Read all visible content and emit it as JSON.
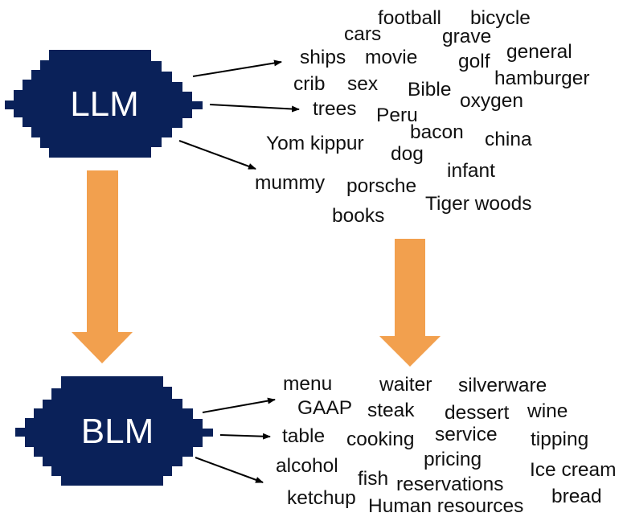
{
  "colors": {
    "model_fill": "#0a2159",
    "model_text": "#ffffff",
    "transition_arrow": "#f2a04e",
    "connector_arrow": "#000000",
    "word_text": "#111111"
  },
  "models": [
    {
      "id": "llm",
      "label": "LLM",
      "full_meaning": null
    },
    {
      "id": "blm",
      "label": "BLM",
      "full_meaning": null
    }
  ],
  "flows": [
    {
      "from": "llm",
      "to": "blm",
      "type": "transition-arrow"
    },
    {
      "from": "llm-word-cloud",
      "to": "blm-word-cloud",
      "type": "transition-arrow"
    }
  ],
  "llm_words": [
    "football",
    "bicycle",
    "cars",
    "grave",
    "ships",
    "movie",
    "golf",
    "general",
    "crib",
    "sex",
    "Bible",
    "hamburger",
    "oxygen",
    "trees",
    "Peru",
    "bacon",
    "china",
    "Yom kippur",
    "dog",
    "infant",
    "mummy",
    "porsche",
    "Tiger woods",
    "books"
  ],
  "blm_words": [
    "menu",
    "waiter",
    "silverware",
    "GAAP",
    "steak",
    "dessert",
    "wine",
    "table",
    "cooking",
    "service",
    "tipping",
    "pricing",
    "alcohol",
    "Ice cream",
    "fish",
    "reservations",
    "ketchup",
    "bread",
    "Human resources"
  ]
}
